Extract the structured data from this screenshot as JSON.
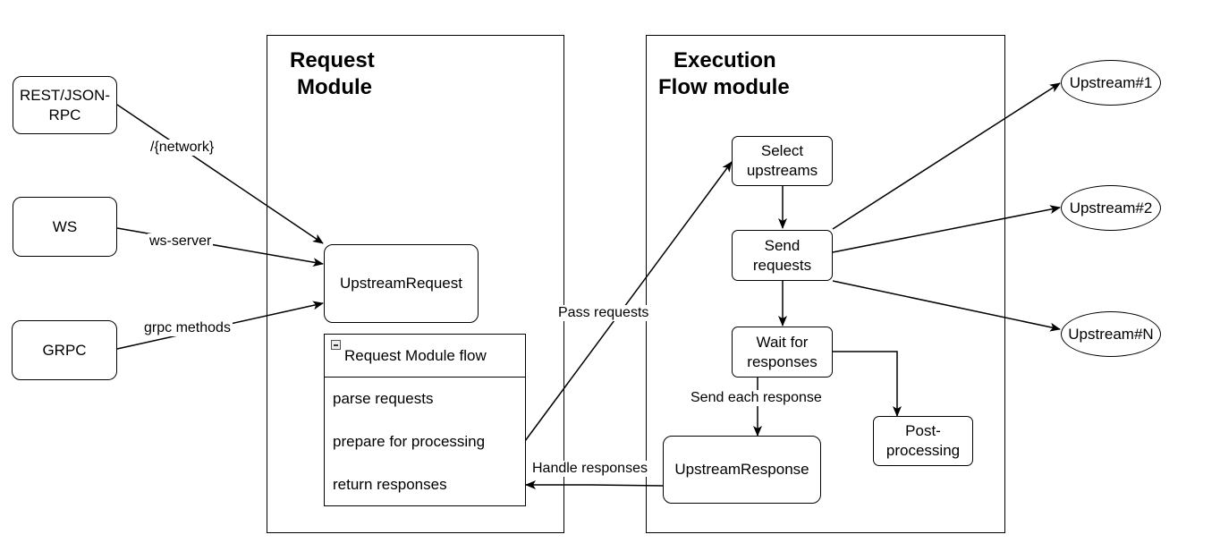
{
  "request_module": {
    "title_line1": "Request",
    "title_line2": "Module",
    "upstream_request": "UpstreamRequest",
    "flow": {
      "header": "Request Module flow",
      "items": [
        "parse requests",
        "prepare for processing",
        "return responses"
      ]
    }
  },
  "execution_module": {
    "title_line1": "Execution",
    "title_line2": "Flow module",
    "select_upstreams": "Select\nupstreams",
    "send_requests": "Send\nrequests",
    "wait_for_responses": "Wait for\nresponses",
    "post_processing": "Post-\nprocessing",
    "upstream_response": "UpstreamResponse"
  },
  "clients": {
    "rest": "REST/JSON-\nRPC",
    "ws": "WS",
    "grpc": "GRPC"
  },
  "upstreams": [
    "Upstream#1",
    "Upstream#2",
    "Upstream#N"
  ],
  "edge_labels": {
    "network": "/{network}",
    "ws_server": "ws-server",
    "grpc_methods": "grpc methods",
    "pass_requests": "Pass requests",
    "send_each_response": "Send each response",
    "handle_responses": "Handle responses"
  }
}
